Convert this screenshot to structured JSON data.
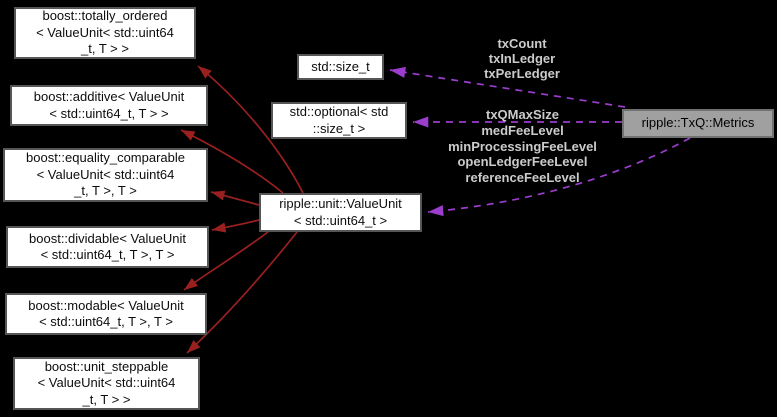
{
  "diagram": {
    "kind": "collaboration-graph",
    "focus_node": "ripple::TxQ::Metrics"
  },
  "nodes": [
    {
      "id": "totally-ordered",
      "label": "boost::totally_ordered\n< ValueUnit< std::uint64\n_t, T > >"
    },
    {
      "id": "additive",
      "label": "boost::additive< ValueUnit\n< std::uint64_t, T > >"
    },
    {
      "id": "equality-comparable",
      "label": "boost::equality_comparable\n< ValueUnit< std::uint64\n_t, T >, T >"
    },
    {
      "id": "dividable",
      "label": "boost::dividable< ValueUnit\n< std::uint64_t, T >, T >"
    },
    {
      "id": "modable",
      "label": "boost::modable< ValueUnit\n< std::uint64_t, T >, T >"
    },
    {
      "id": "unit-steppable",
      "label": "boost::unit_steppable\n< ValueUnit< std::uint64\n_t, T > >"
    },
    {
      "id": "std-size-t",
      "label": "std::size_t"
    },
    {
      "id": "std-optional",
      "label": "std::optional< std\n::size_t >"
    },
    {
      "id": "valueunit",
      "label": "ripple::unit::ValueUnit\n< std::uint64_t >"
    },
    {
      "id": "metrics",
      "label": "ripple::TxQ::Metrics"
    }
  ],
  "edge_labels": [
    {
      "id": "size-t-members",
      "text": "txCount\ntxInLedger\ntxPerLedger"
    },
    {
      "id": "optional-member",
      "text": "txQMaxSize"
    },
    {
      "id": "valueunit-members",
      "text": "medFeeLevel\nminProcessingFeeLevel\nopenLedgerFeeLevel\nreferenceFeeLevel"
    }
  ],
  "colors": {
    "background": "#000000",
    "inheritance_arrow": "#9a2020",
    "usage_arrow": "#9b3dcd",
    "node_fill": "#ffffff",
    "node_border": "#565656",
    "highlight_node_fill": "#a0a0a0",
    "edge_label_text": "#cbcbcb"
  }
}
